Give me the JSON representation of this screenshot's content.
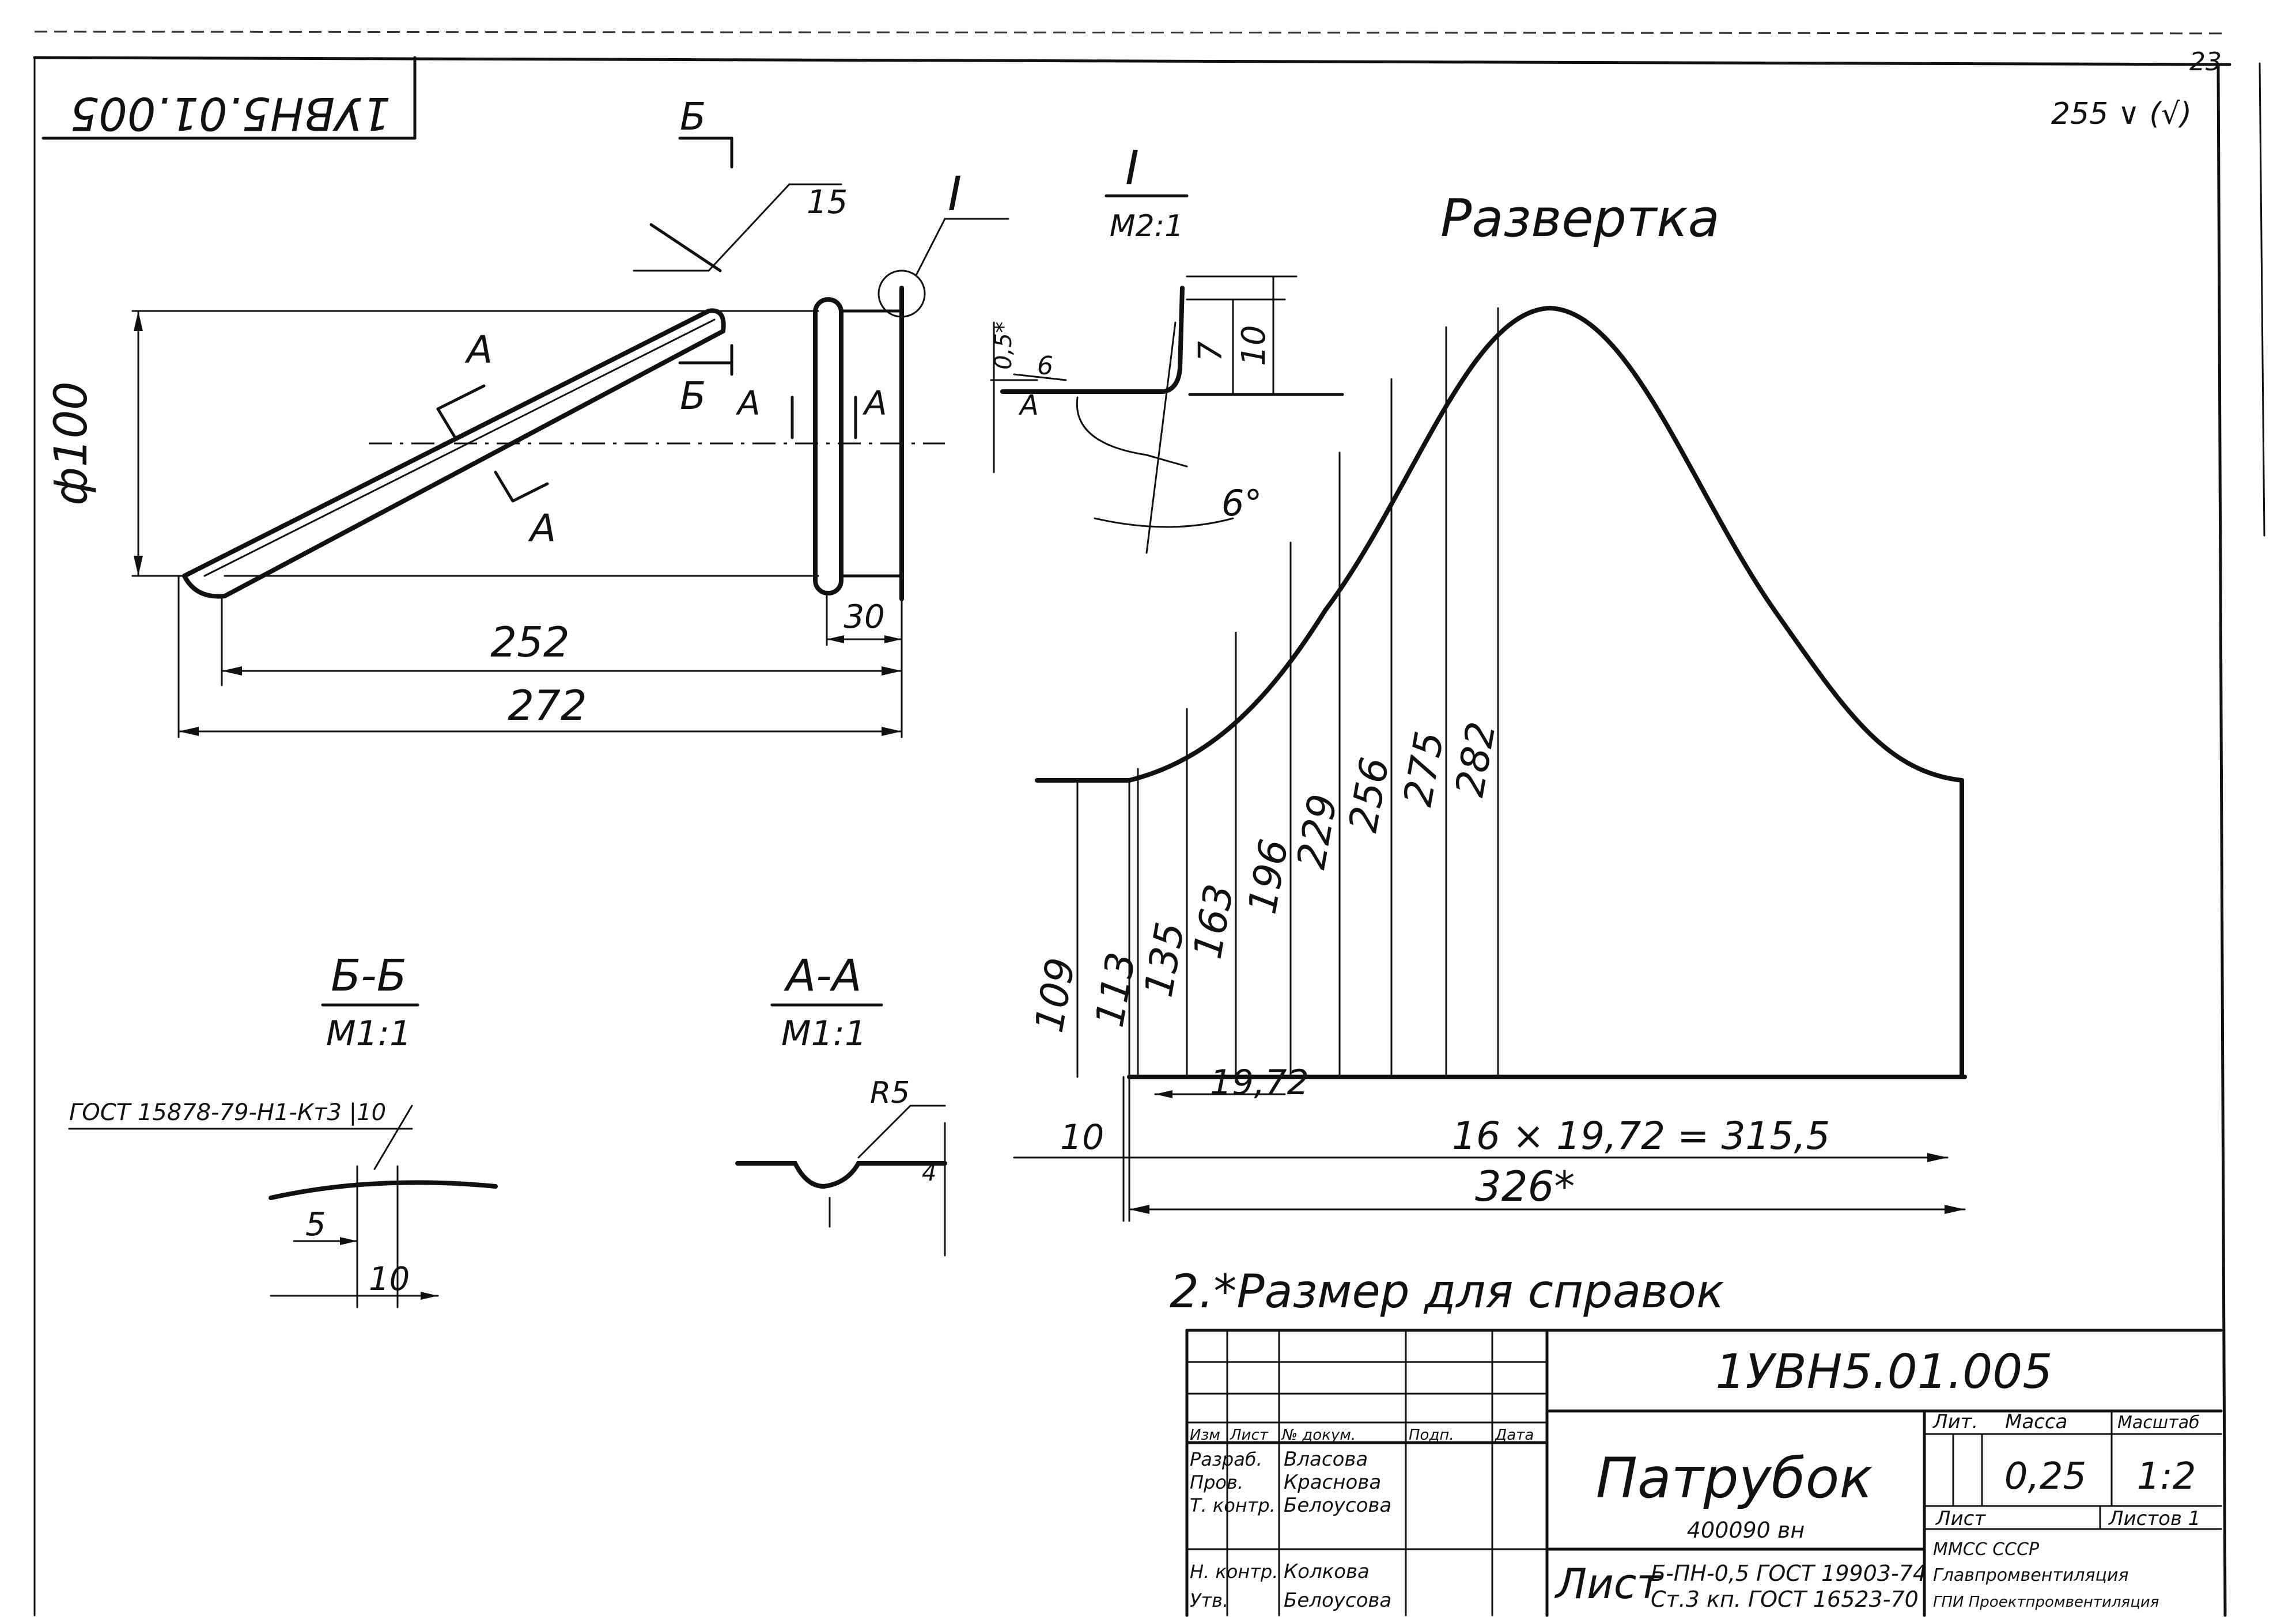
{
  "sheet_number": "23",
  "rotated_code": "1УВН5.01.005",
  "corner_mark": "255 ∨ (√)",
  "main_view": {
    "dim_diameter": "ф100",
    "dim_252": "252",
    "dim_272": "272",
    "dim_30": "30",
    "dim_15": "15",
    "mark_B": "Б",
    "mark_A": "А",
    "mark_I": "I"
  },
  "detail_I": {
    "title": "I",
    "scale": "М2:1",
    "dim_05": "0,5*",
    "dim_7": "7",
    "dim_10": "10",
    "dim_6": "6",
    "angle": "6°",
    "mark_A": "А"
  },
  "razvertka": {
    "title": "Развертка",
    "ordinates": [
      "109",
      "113",
      "135",
      "163",
      "196",
      "229",
      "256",
      "275",
      "282"
    ],
    "dim_step": "19,72",
    "dim_10": "10",
    "dim_total_steps": "16 × 19,72 = 315,5",
    "dim_total": "326*"
  },
  "section_BB": {
    "title": "Б-Б",
    "scale": "М1:1",
    "weld": "ГОСТ 15878-79-Н1-Кт3 |10",
    "dim_5": "5",
    "dim_10": "10"
  },
  "section_AA": {
    "title": "А-А",
    "scale": "М1:1",
    "radius": "R5",
    "dim_4": "4"
  },
  "note": "2.*Размер для справок",
  "title_block": {
    "designation": "1УВН5.01.005",
    "name": "Патрубок",
    "code": "400090 вн",
    "material_prefix": "Лист",
    "material_line1": "Б-ПН-0,5 ГОСТ 19903-74",
    "material_line2": "Ст.3 кп. ГОСТ 16523-70",
    "lit_label": "Лит.",
    "mass_label": "Масса",
    "scale_label": "Масштаб",
    "mass": "0,25",
    "scale": "1:2",
    "sheet_label": "Лист",
    "sheets_label": "Листов 1",
    "org_line1": "ММСС СССР",
    "org_line2": "Главпромвентиляция",
    "org_line3": "ГПИ Проектпромвентиляция",
    "col_headers": [
      "Изм",
      "Лист",
      "№ докум.",
      "Подп.",
      "Дата"
    ],
    "roles": [
      "Разраб.",
      "Пров.",
      "Т. контр.",
      "Н. контр.",
      "Утв."
    ],
    "names": [
      "Власова",
      "Краснова",
      "Белоусова",
      "Колкова",
      "Белоусова"
    ]
  }
}
